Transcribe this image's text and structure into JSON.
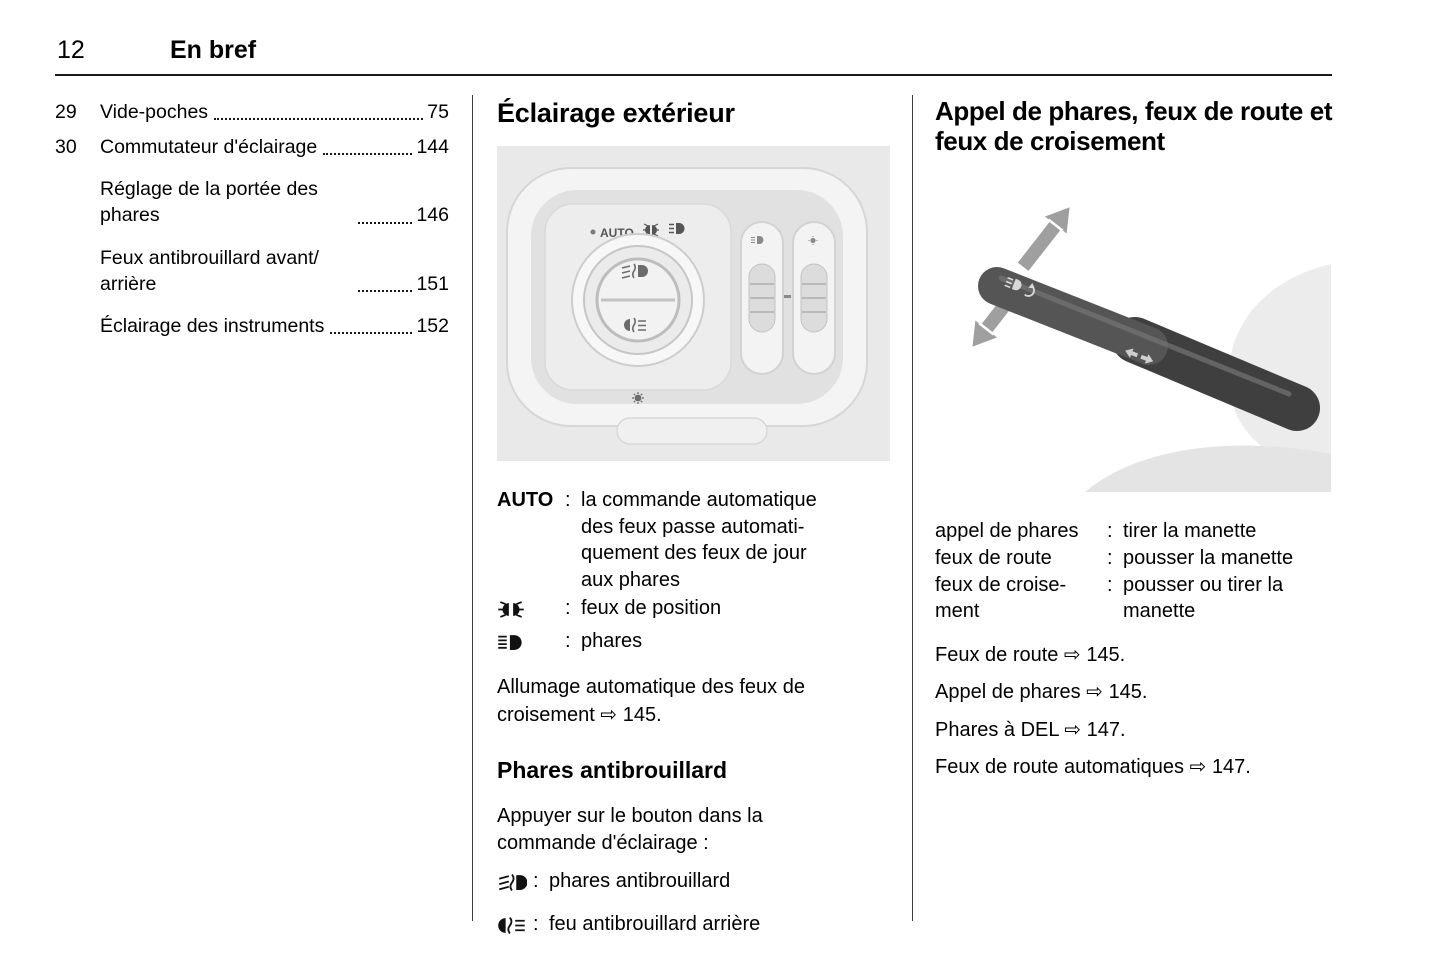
{
  "symbols": {
    "colon": ":",
    "ref_arrow": "⇨"
  },
  "page": {
    "number": "12",
    "section": "En bref"
  },
  "toc": {
    "items": [
      {
        "num": "29",
        "label": "Vide-poches",
        "page": "75"
      },
      {
        "num": "30",
        "label": "Commutateur d'éclairage",
        "page": "144"
      },
      {
        "num": "",
        "label": "Réglage de la portée des phares",
        "page": "146"
      },
      {
        "num": "",
        "label": "Feux antibrouillard avant/ arrière",
        "page": "151"
      },
      {
        "num": "",
        "label": "Éclairage des instruments",
        "page": "152"
      }
    ]
  },
  "middle": {
    "heading": "Éclairage extérieur",
    "figure": {
      "name": "light-switch-photo",
      "auto_label": "AUTO"
    },
    "definitions": [
      {
        "term": "AUTO",
        "icon": "",
        "desc": "la commande automatique des feux passe automati- quement des feux de jour aux phares"
      },
      {
        "term": "",
        "icon": "position-lights-icon",
        "desc": "feux de position"
      },
      {
        "term": "",
        "icon": "headlights-icon",
        "desc": "phares"
      }
    ],
    "auto_paragraph": {
      "text": "Allumage automatique des feux de croisement",
      "page": "145."
    },
    "subheading": "Phares antibrouillard",
    "instruction": "Appuyer sur le bouton dans la commande d'éclairage :",
    "fog_definitions": [
      {
        "icon": "front-fog-lights-icon",
        "desc": "phares antibrouillard"
      },
      {
        "icon": "rear-fog-light-icon",
        "desc": "feu antibrouillard arrière"
      }
    ]
  },
  "right": {
    "heading": "Appel de phares, feux de route et feux de croisement",
    "figure": {
      "name": "turn-signal-stalk-photo"
    },
    "definitions": [
      {
        "term": "appel de phares",
        "desc": "tirer la manette"
      },
      {
        "term": "feux de route",
        "desc": "pousser la manette"
      },
      {
        "term": "feux de croise- ment",
        "desc": "pousser ou tirer la manette"
      }
    ],
    "references": [
      {
        "label": "Feux de route",
        "page": "145."
      },
      {
        "label": "Appel de phares",
        "page": "145."
      },
      {
        "label": "Phares à DEL",
        "page": "147."
      },
      {
        "label": "Feux de route automatiques",
        "page": "147."
      }
    ]
  }
}
